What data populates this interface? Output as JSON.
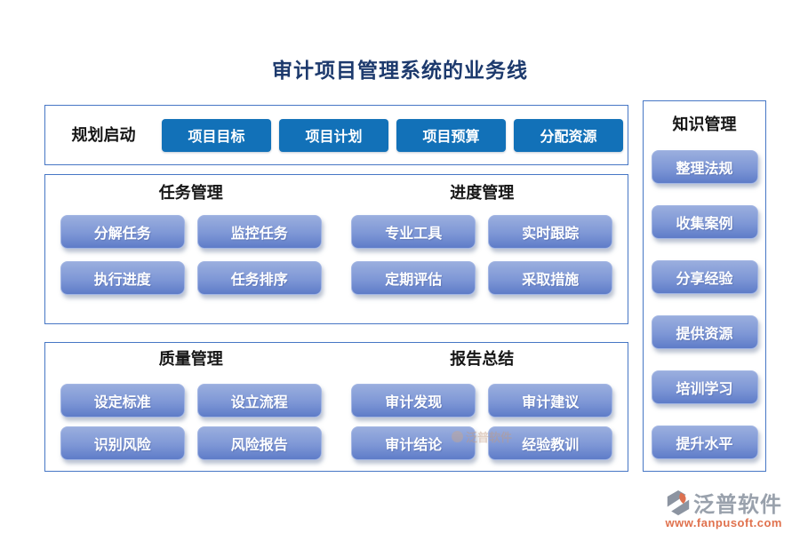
{
  "title": "审计项目管理系统的业务线",
  "colors": {
    "border_blue": "#4777c5",
    "dark_button": "#1271b8",
    "gradient_top": "#9aaede",
    "gradient_bottom": "#5e7cc8",
    "title_navy": "#1d3a6d",
    "logo_gray": "#99a1ac",
    "logo_orange": "#e0714d"
  },
  "planning": {
    "label": "规划启动",
    "buttons": [
      "项目目标",
      "项目计划",
      "项目预算",
      "分配资源"
    ]
  },
  "sections": {
    "task": {
      "title": "任务管理",
      "buttons": [
        "分解任务",
        "监控任务",
        "执行进度",
        "任务排序"
      ]
    },
    "progress": {
      "title": "进度管理",
      "buttons": [
        "专业工具",
        "实时跟踪",
        "定期评估",
        "采取措施"
      ]
    },
    "quality": {
      "title": "质量管理",
      "buttons": [
        "设定标准",
        "设立流程",
        "识别风险",
        "风险报告"
      ]
    },
    "report": {
      "title": "报告总结",
      "buttons": [
        "审计发现",
        "审计建议",
        "审计结论",
        "经验教训"
      ]
    }
  },
  "knowledge": {
    "title": "知识管理",
    "buttons": [
      "整理法规",
      "收集案例",
      "分享经验",
      "提供资源",
      "培训学习",
      "提升水平"
    ]
  },
  "watermark": {
    "text": "泛普软件"
  },
  "logo": {
    "name": "泛普软件",
    "url": "www.fanpusoft.com"
  }
}
